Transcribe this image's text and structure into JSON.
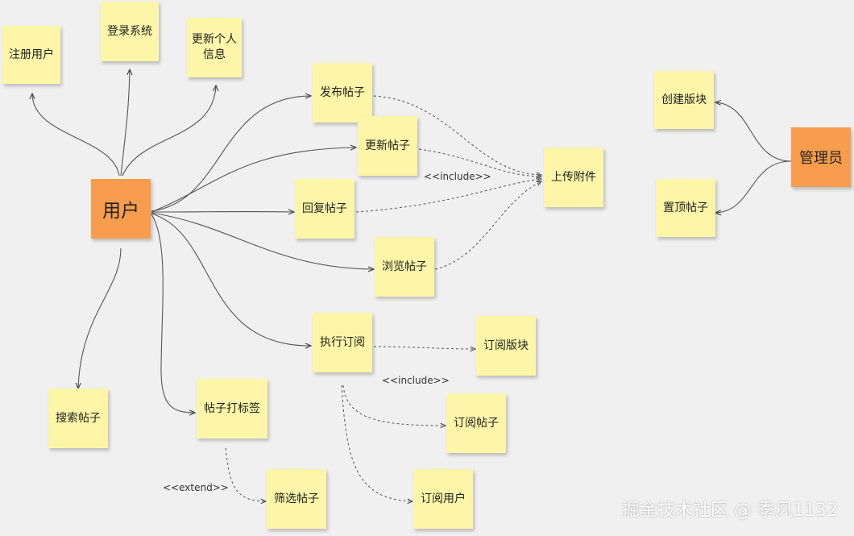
{
  "actors": {
    "user": "用户",
    "admin": "管理员"
  },
  "notes": {
    "register": "注册用户",
    "login": "登录系统",
    "update_info": "更新个人信息",
    "publish": "发布帖子",
    "update_post": "更新帖子",
    "reply": "回复帖子",
    "browse": "浏览帖子",
    "subscribe": "执行订阅",
    "tag": "帖子打标签",
    "search": "搜索帖子",
    "filter": "筛选帖子",
    "upload": "上传附件",
    "sub_board": "订阅版块",
    "sub_post": "订阅帖子",
    "sub_user": "订阅用户",
    "create_board": "创建版块",
    "pin_post": "置顶帖子"
  },
  "labels": {
    "include1": "<<include>>",
    "include2": "<<include>>",
    "extend": "<<extend>>"
  },
  "watermark": "掘金技术社区 @ 季风1132",
  "colors": {
    "note": "#fdf6a8",
    "actor": "#f89d4e",
    "line": "#555555",
    "background": "#f0f0f0"
  }
}
